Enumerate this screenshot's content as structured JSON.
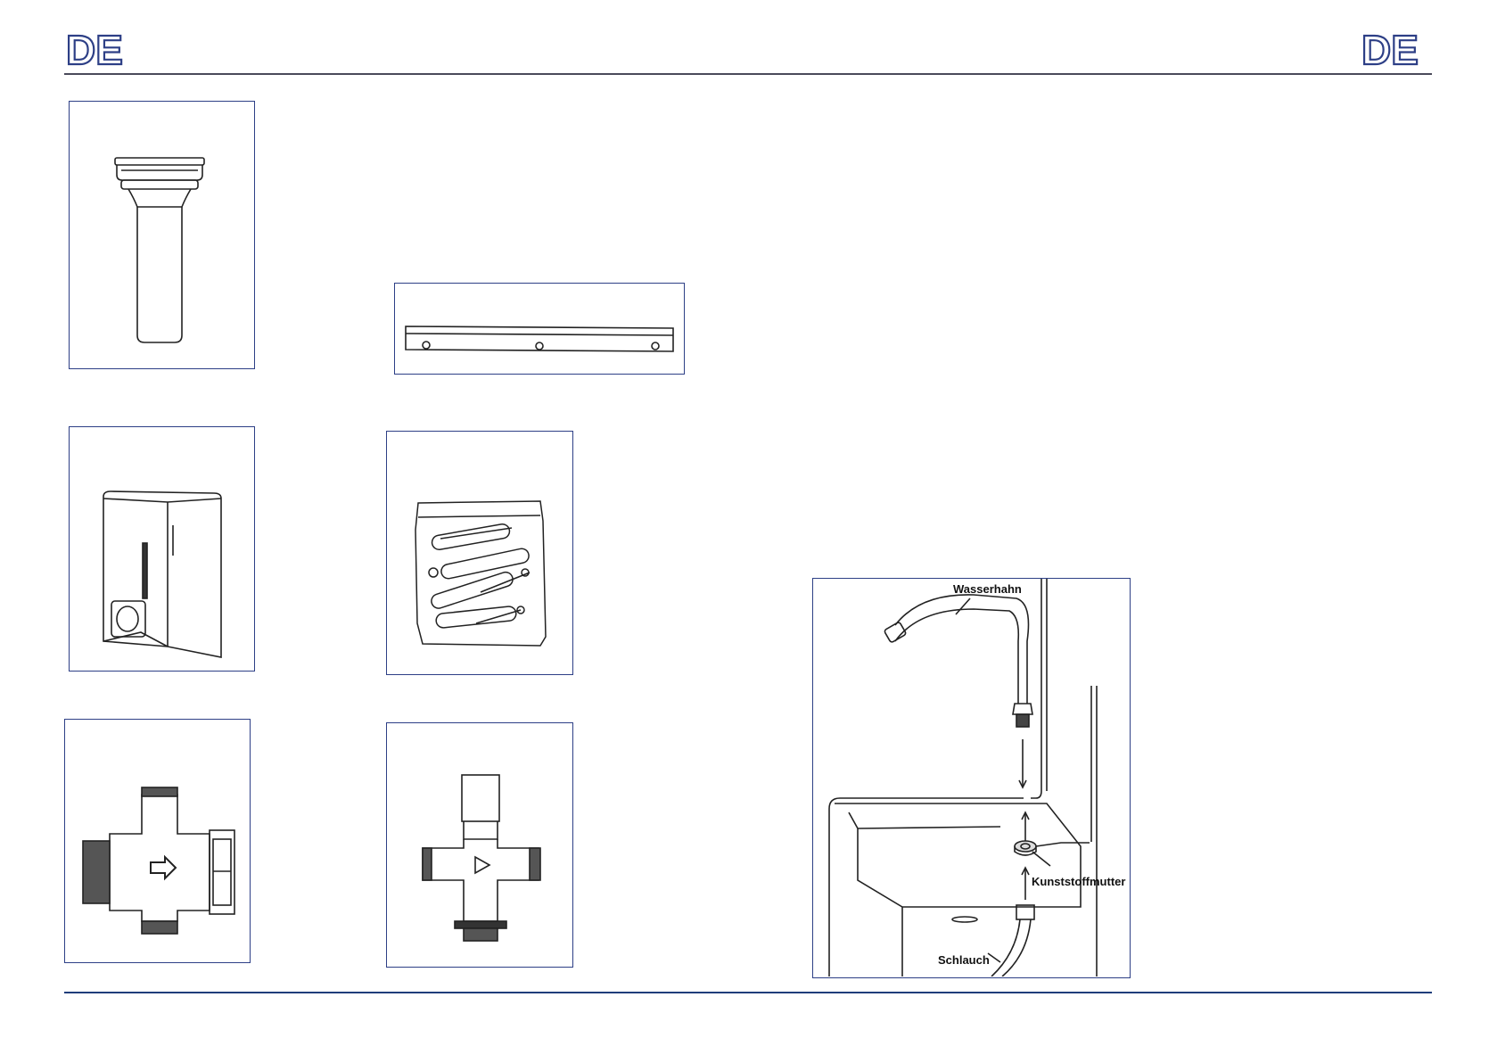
{
  "header": {
    "language_left": "DE",
    "language_right": "DE"
  },
  "colors": {
    "brand": "#2d3f86",
    "rule_top": "#4a4a5a",
    "rule_bottom": "#1f3d7a",
    "line_art": "#222222"
  },
  "parts": [
    {
      "id": "spout-pipe",
      "icon": "spout-pipe-icon"
    },
    {
      "id": "mounting-bar",
      "icon": "mounting-bar-icon"
    },
    {
      "id": "control-box",
      "icon": "control-box-icon"
    },
    {
      "id": "screw-bag",
      "icon": "screw-bag-icon"
    },
    {
      "id": "cross-valve",
      "icon": "cross-valve-icon"
    },
    {
      "id": "mixing-valve",
      "icon": "mixing-valve-icon"
    }
  ],
  "diagram": {
    "label_faucet": "Wasserhahn",
    "label_nut": "Kunststoffmutter",
    "label_hose": "Schlauch"
  }
}
